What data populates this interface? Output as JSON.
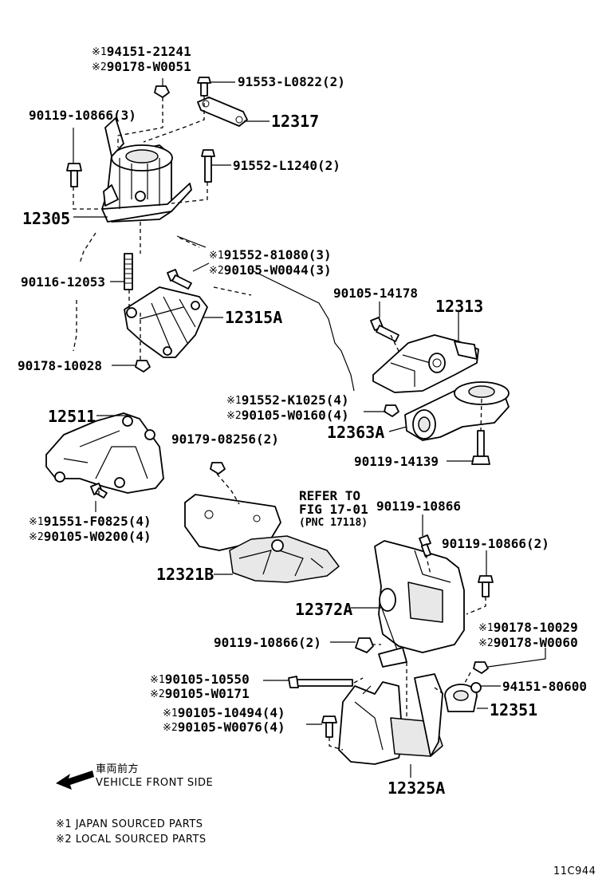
{
  "labels": {
    "p1_j": "94151-21241",
    "p1_l": "90178-W0051",
    "p2": "91553-L0822(2)",
    "p3": "90119-10866(3)",
    "p4": "12317",
    "p5": "91552-L1240(2)",
    "p6": "12305",
    "p7_j": "91552-81080(3)",
    "p7_l": "90105-W0044(3)",
    "p8": "90116-12053",
    "p9": "12315A",
    "p10": "90105-14178",
    "p11": "12313",
    "p12": "90178-10028",
    "p13_j": "91552-K1025(4)",
    "p13_l": "90105-W0160(4)",
    "p14": "12511",
    "p15": "12363A",
    "p16": "90179-08256(2)",
    "p17": "90119-14139",
    "p18_j": "91551-F0825(4)",
    "p18_l": "90105-W0200(4)",
    "refer_1": "REFER TO",
    "refer_2": "FIG 17-01",
    "refer_3": "(PNC 17118)",
    "p19": "90119-10866",
    "p20": "90119-10866(2)",
    "p21": "12321B",
    "p22": "12372A",
    "p23_j": "90178-10029",
    "p23_l": "90178-W0060",
    "p24": "90119-10866(2)",
    "p25_j": "90105-10550",
    "p25_l": "90105-W0171",
    "p26": "94151-80600",
    "p27": "12351",
    "p28_j": "90105-10494(4)",
    "p28_l": "90105-W0076(4)",
    "p29": "12325A"
  },
  "marks": {
    "m1": "※1",
    "m2": "※2"
  },
  "front": {
    "jp": "車両前方",
    "en": "VEHICLE FRONT SIDE"
  },
  "legend": {
    "l1": "※1 JAPAN SOURCED PARTS",
    "l2": "※2 LOCAL SOURCED PARTS"
  },
  "figure_id": "11C944"
}
